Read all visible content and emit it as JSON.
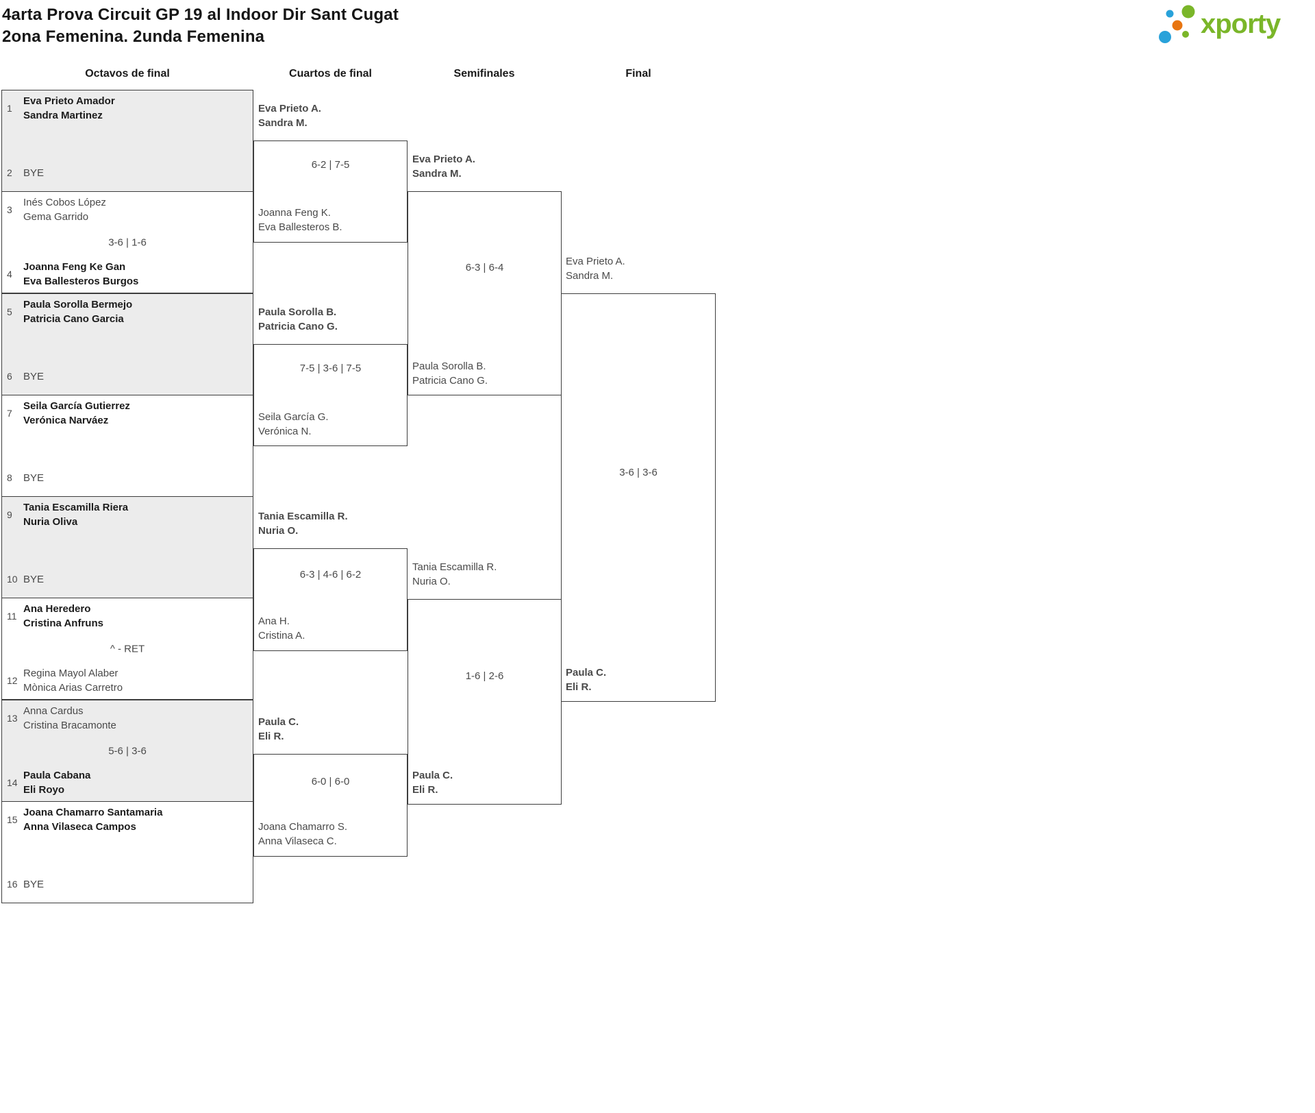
{
  "title": {
    "line1": "4arta Prova Circuit GP 19 al Indoor Dir Sant Cugat",
    "line2": "2ona Femenina. 2unda Femenina"
  },
  "logo": {
    "text": "xporty",
    "green": "#7ab629",
    "blue": "#29a2da",
    "orange": "#e87510"
  },
  "round_headers": {
    "octavos": "Octavos de final",
    "cuartos": "Cuartos de final",
    "semifinales": "Semifinales",
    "final": "Final"
  },
  "octavos": {
    "matches": [
      {
        "seed_top": "1",
        "team_top": "Eva Prieto Amador\nSandra Martinez",
        "score": "",
        "seed_bottom": "2",
        "team_bottom": "BYE"
      },
      {
        "seed_top": "3",
        "team_top": "Inés Cobos López\nGema Garrido",
        "score": "3-6 | 1-6",
        "seed_bottom": "4",
        "team_bottom": "Joanna Feng Ke Gan\nEva Ballesteros Burgos"
      },
      {
        "seed_top": "5",
        "team_top": "Paula Sorolla Bermejo\nPatricia Cano Garcia",
        "score": "",
        "seed_bottom": "6",
        "team_bottom": "BYE"
      },
      {
        "seed_top": "7",
        "team_top": "Seila García Gutierrez\nVerónica Narváez",
        "score": "",
        "seed_bottom": "8",
        "team_bottom": "BYE"
      },
      {
        "seed_top": "9",
        "team_top": "Tania Escamilla Riera\nNuria Oliva",
        "score": "",
        "seed_bottom": "10",
        "team_bottom": "BYE"
      },
      {
        "seed_top": "11",
        "team_top": "Ana Heredero\nCristina Anfruns",
        "score": "^ - RET",
        "seed_bottom": "12",
        "team_bottom": "Regina Mayol Alaber\nMònica Arias Carretro"
      },
      {
        "seed_top": "13",
        "team_top": "Anna Cardus\nCristina Bracamonte",
        "score": "5-6 | 3-6",
        "seed_bottom": "14",
        "team_bottom": "Paula Cabana\nEli Royo"
      },
      {
        "seed_top": "15",
        "team_top": "Joana Chamarro Santamaria\nAnna Vilaseca Campos",
        "score": "",
        "seed_bottom": "16",
        "team_bottom": "BYE"
      }
    ]
  },
  "cuartos": {
    "matches": [
      {
        "team_top": "Eva Prieto A.\nSandra M.",
        "score": "6-2 | 7-5",
        "team_bottom": "Joanna Feng K.\nEva Ballesteros B."
      },
      {
        "team_top": "Paula Sorolla B.\nPatricia Cano G.",
        "score": "7-5 | 3-6 | 7-5",
        "team_bottom": "Seila García G.\nVerónica N."
      },
      {
        "team_top": "Tania Escamilla R.\nNuria O.",
        "score": "6-3 | 4-6 | 6-2",
        "team_bottom": "Ana H.\nCristina A."
      },
      {
        "team_top": "Paula C.\nEli R.",
        "score": "6-0 | 6-0",
        "team_bottom": "Joana Chamarro S.\nAnna Vilaseca C."
      }
    ]
  },
  "semifinales": {
    "matches": [
      {
        "team_top": "Eva Prieto A.\nSandra M.",
        "score": "6-3 | 6-4",
        "team_bottom": "Paula Sorolla B.\nPatricia Cano G."
      },
      {
        "team_top": "Tania Escamilla R.\nNuria O.",
        "score": "1-6 | 2-6",
        "team_bottom": "Paula C.\nEli R."
      }
    ]
  },
  "final": {
    "team_top": "Eva Prieto A.\nSandra M.",
    "score": "3-6 | 3-6",
    "team_bottom": "Paula C.\nEli R."
  }
}
